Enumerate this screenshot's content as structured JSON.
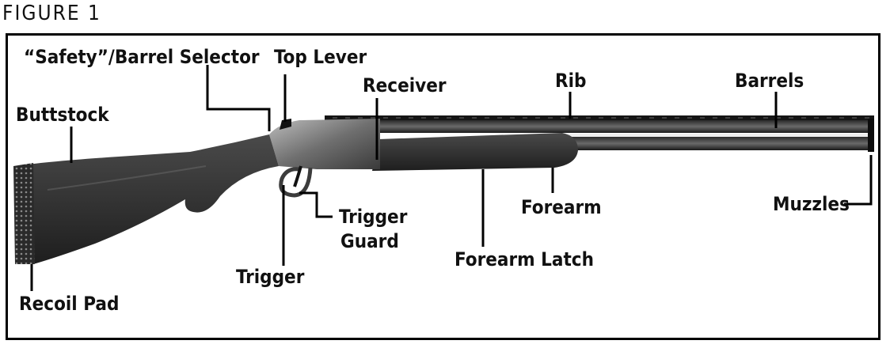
{
  "figure_title": "FIGURE 1",
  "labels": {
    "safety": "“Safety”/Barrel Selector",
    "top_lever": "Top Lever",
    "receiver": "Receiver",
    "rib": "Rib",
    "barrels": "Barrels",
    "buttstock": "Buttstock",
    "trigger_guard_1": "Trigger",
    "trigger_guard_2": "Guard",
    "forearm": "Forearm",
    "muzzles": "Muzzles",
    "forearm_latch": "Forearm Latch",
    "trigger": "Trigger",
    "recoil_pad": "Recoil Pad"
  }
}
